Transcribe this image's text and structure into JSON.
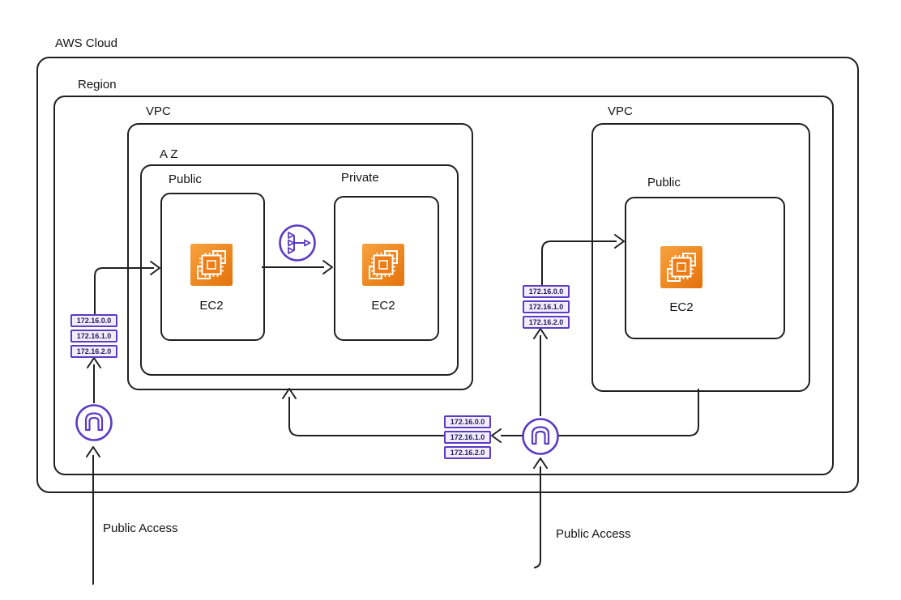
{
  "labels": {
    "aws_cloud": "AWS Cloud",
    "region": "Region",
    "vpc_left": "VPC",
    "vpc_right": "VPC",
    "availability_zone": "A Z",
    "subnet_public_left": "Public",
    "subnet_private": "Private",
    "subnet_public_right": "Public",
    "ec2": "EC2",
    "public_access_left": "Public Access",
    "public_access_right": "Public Access"
  },
  "ip_labels": [
    "172.16.0.0",
    "172.16.1.0",
    "172.16.2.0"
  ],
  "icons": {
    "ec2": "ec2-instance-icon",
    "router": "router-icon",
    "internet_gateway": "internet-gateway-icon"
  },
  "colors": {
    "line": "#202020",
    "accent_purple": "#5B3CC4",
    "ec2_orange_light": "#F8A23E",
    "ec2_orange_dark": "#E4720C",
    "chip_bg": "#F1EDFC",
    "chip_text": "#241A5E"
  }
}
